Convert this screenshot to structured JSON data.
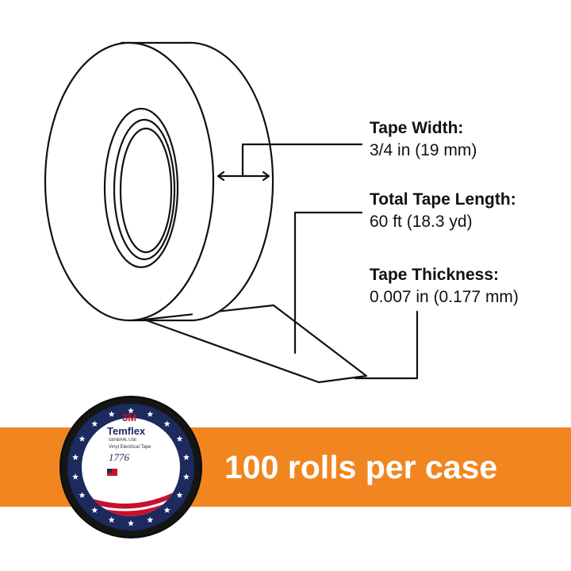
{
  "specs": {
    "width": {
      "label": "Tape Width:",
      "value": "3/4 in (19 mm)"
    },
    "length": {
      "label": "Total Tape Length:",
      "value": "60 ft (18.3 yd)"
    },
    "thickness": {
      "label": "Tape Thickness:",
      "value": "0.007 in (0.177 mm)"
    }
  },
  "banner": {
    "text": "100 rolls per case",
    "color": "#f18621"
  },
  "product": {
    "brand": "3M",
    "name": "Temflex",
    "subtitle": "GENERAL USE",
    "type": "Vinyl Electrical Tape",
    "model": "1776",
    "colors": {
      "ring_blue": "#1c2a5e",
      "stripe_red": "#c8102e",
      "tape_black": "#151515"
    }
  }
}
